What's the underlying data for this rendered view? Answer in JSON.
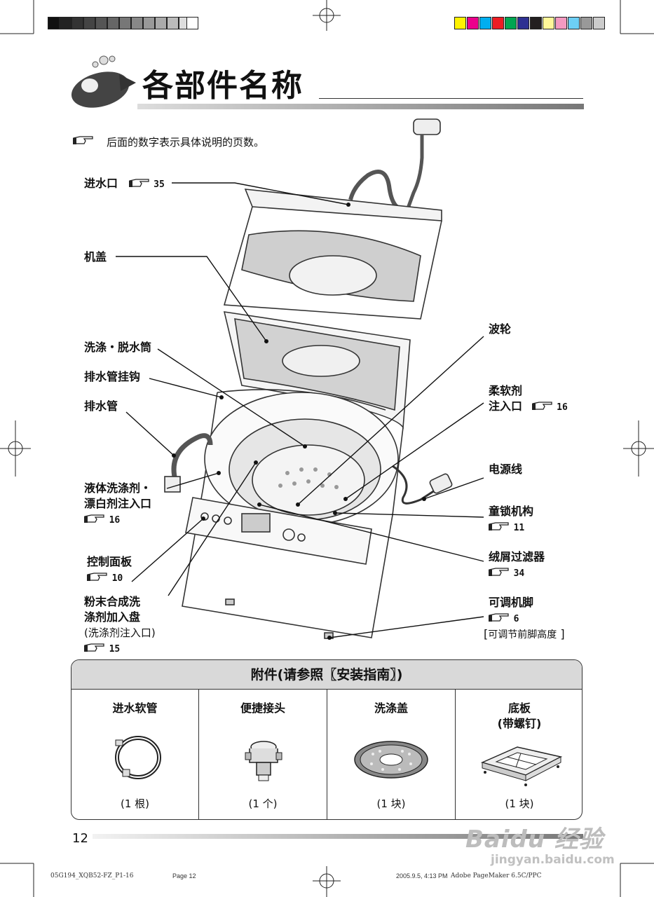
{
  "title": "各部件名称",
  "note": "后面的数字表示具体说明的页数。",
  "colors": {
    "accent_bar": "#777777",
    "accessory_header": "#d9d9d9"
  },
  "labels": {
    "water_inlet": "进水口",
    "water_inlet_ref": "35",
    "lid": "机盖",
    "tub": "洗涤・脱水筒",
    "hose_hook": "排水管挂钩",
    "drain_hose": "排水管",
    "liquid1": "液体洗涤剂・",
    "liquid2": "漂白剂注入口",
    "liquid_ref": "16",
    "control1": "控制面板",
    "control_ref": "10",
    "powder1": "粉末合成洗",
    "powder2": "涤剂加入盘",
    "powder3": "(洗涤剂注入口)",
    "powder_ref": "15",
    "pulsator": "波轮",
    "softener1": "柔软剂",
    "softener2": "注入口",
    "softener_ref": "16",
    "power_cord": "电源线",
    "child_lock": "童锁机构",
    "child_lock_ref": "11",
    "lint_filter": "绒屑过滤器",
    "lint_filter_ref": "34",
    "adjust_foot": "可调机脚",
    "adjust_foot_ref": "6",
    "adjust_foot_note": "可调节前脚高度"
  },
  "accessories": {
    "header": "附件(请参照〖安装指南〗)",
    "items": [
      {
        "name": "进水软管",
        "qty": "(1 根)"
      },
      {
        "name": "便捷接头",
        "qty": "(1 个)"
      },
      {
        "name": "洗涤盖",
        "qty": "(1 块)"
      },
      {
        "name": "底板",
        "name2": "(带螺钉)",
        "qty": "(1 块)"
      }
    ]
  },
  "page_number": "12",
  "footer": {
    "file": "05G194_XQB52-FZ_P1-16",
    "page": "Page 12",
    "stamp": "2005.9.5, 4:13 PM",
    "app": "Adobe PageMaker 6.5C/PPC"
  },
  "watermark": {
    "brand": "Baidu 经验",
    "url": "jingyan.baidu.com"
  }
}
